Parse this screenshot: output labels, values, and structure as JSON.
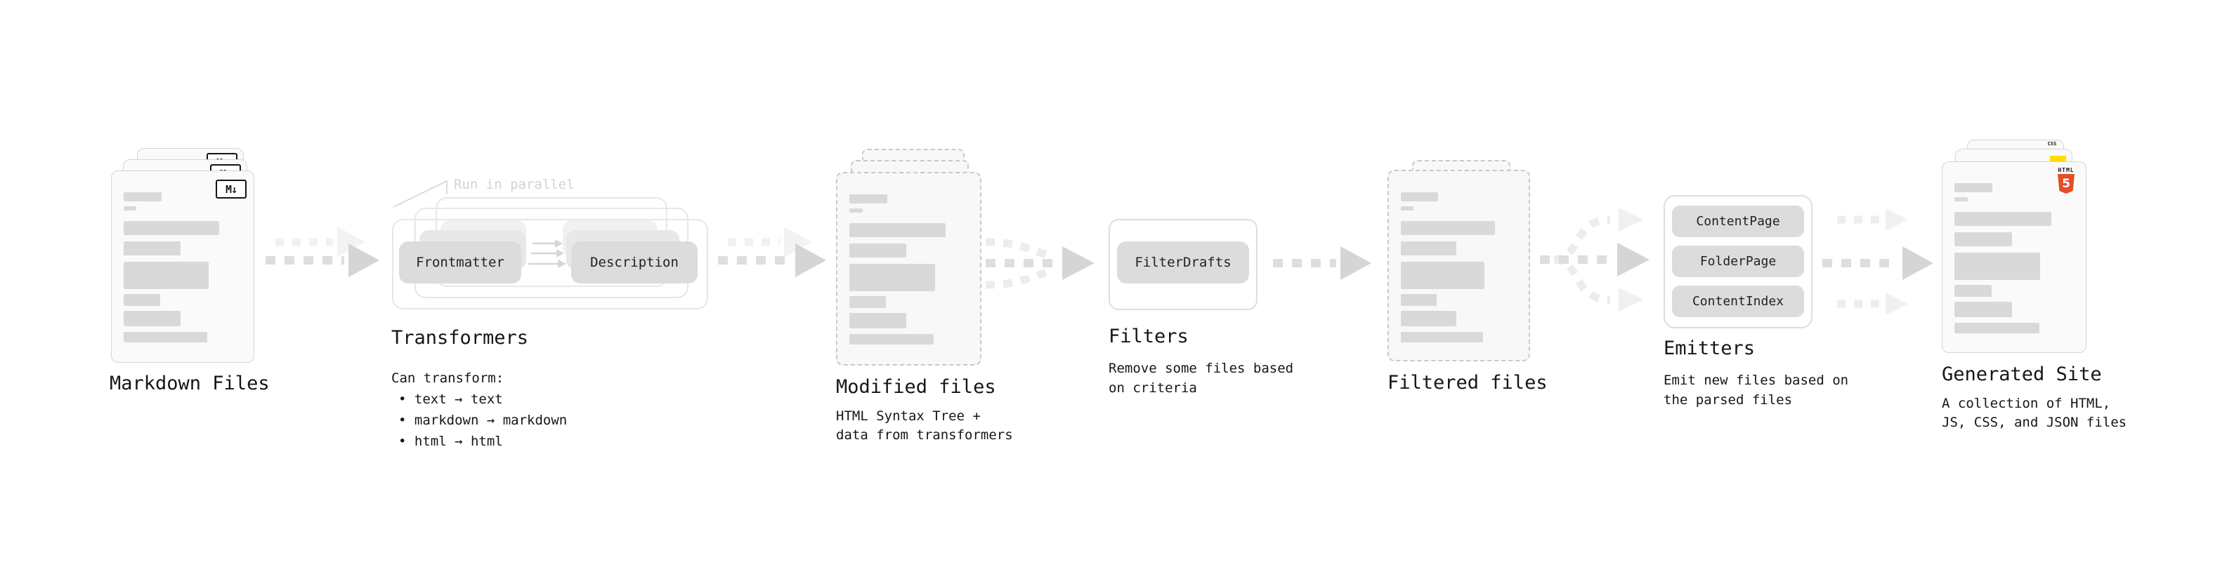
{
  "stages": {
    "markdown_files": {
      "label": "Markdown Files",
      "badge": "M↓"
    },
    "transformers": {
      "label": "Transformers",
      "note": "Run in parallel",
      "pill_from": "Frontmatter",
      "pill_to": "Description",
      "desc_title": "Can transform:",
      "bullets": [
        "• text → text",
        "• markdown → markdown",
        "• html → html"
      ]
    },
    "modified_files": {
      "label": "Modified files",
      "desc": [
        "HTML Syntax Tree +",
        "data from transformers"
      ]
    },
    "filters": {
      "label": "Filters",
      "pill": "FilterDrafts",
      "desc": [
        "Remove some files based",
        "on criteria"
      ]
    },
    "filtered_files": {
      "label": "Filtered files"
    },
    "emitters": {
      "label": "Emitters",
      "pills": [
        "ContentPage",
        "FolderPage",
        "ContentIndex"
      ],
      "desc": [
        "Emit new files based on",
        "the parsed files"
      ]
    },
    "generated_site": {
      "label": "Generated Site",
      "desc": [
        "A collection of HTML,",
        "JS, CSS, and JSON files"
      ],
      "badges": {
        "html5_top": "HTML",
        "html5_num": "5",
        "css": "CSS"
      }
    }
  },
  "colors": {
    "accent_html5": "#e44d26",
    "accent_css": "#2b5fd9",
    "accent_js": "#ffdd00",
    "bar": "#d9d9d9",
    "arrow_main": "#dedede",
    "arrow_head": "#d5d5d5",
    "arrow_light": "#ececec",
    "note_text": "#d2d2d2"
  }
}
